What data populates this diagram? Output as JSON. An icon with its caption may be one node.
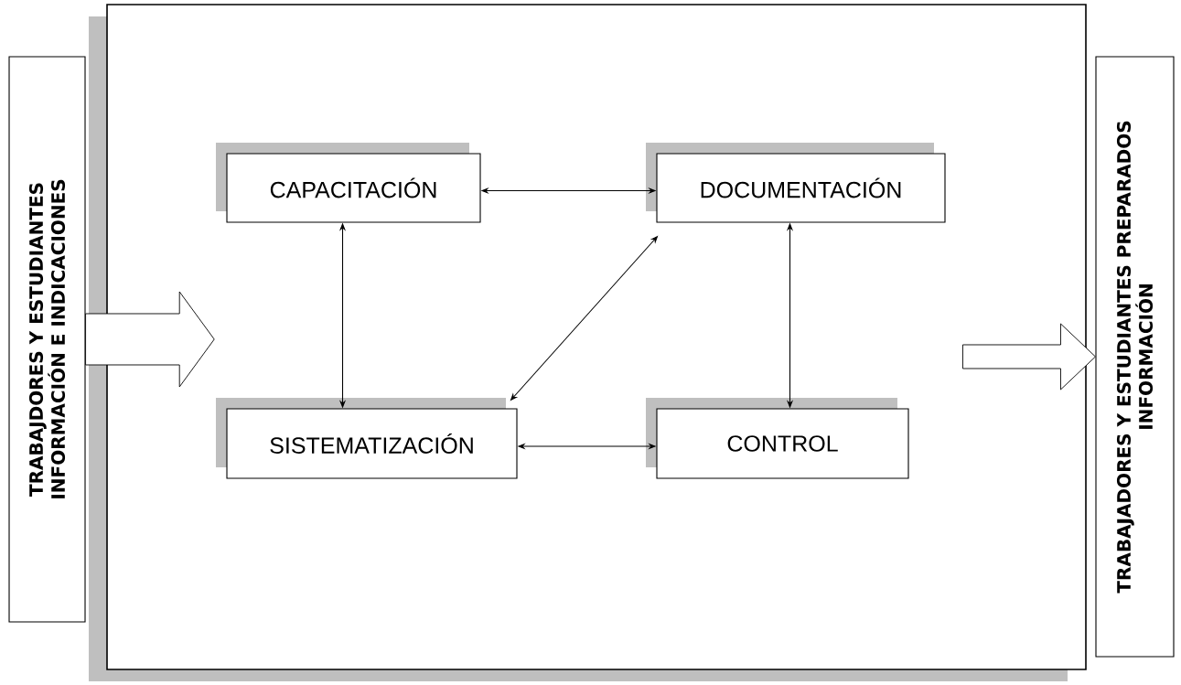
{
  "diagram": {
    "nodes": [
      {
        "text": [
          "TRABAJDORES Y ESTUDIANTES INFORMACIÓN E INDICACIONES"
        ]
      },
      {
        "text": [],
        "shape": "box"
      },
      {
        "text": [
          "CAPACITACIÓN"
        ],
        "in": 1
      },
      {
        "text": [
          "DOCUMENTACIÓN"
        ],
        "in": 1
      },
      {
        "text": [
          "SISTEMATIZACIÓN"
        ],
        "in": 1
      },
      {
        "text": [
          "CONTROL"
        ],
        "in": 1
      },
      {
        "text": [
          "TRABAJADORES Y ESTUDIANTES PREPARADOS INFORMACIÓN"
        ]
      }
    ],
    "edges": [
      {
        "from": 0,
        "to": 1,
        "arrow": "to",
        "style": "thick"
      },
      {
        "from": 1,
        "to": 6,
        "arrow": "to",
        "style": "thick"
      },
      {
        "from": 2,
        "to": 3,
        "arrow": "both"
      },
      {
        "from": 2,
        "to": 4,
        "arrow": "both"
      },
      {
        "from": 4,
        "to": 3,
        "arrow": "both"
      },
      {
        "from": 4,
        "to": 5,
        "arrow": "both"
      },
      {
        "from": 3,
        "to": 5,
        "arrow": "both"
      }
    ]
  }
}
